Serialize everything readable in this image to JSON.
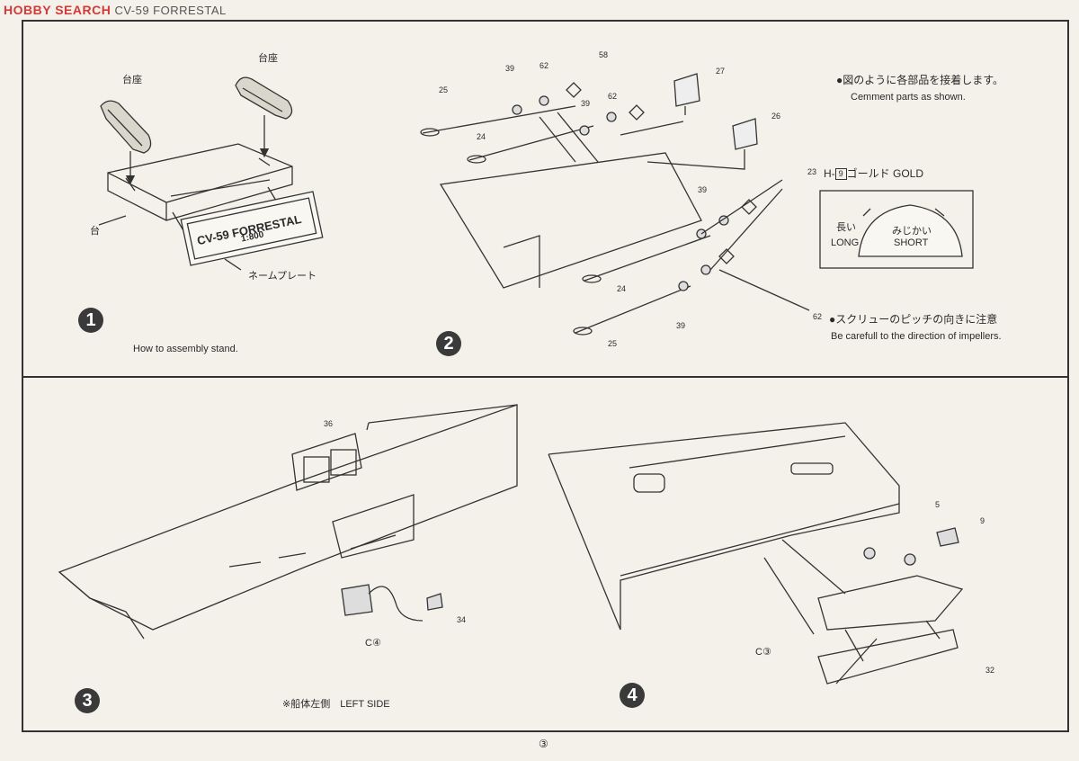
{
  "watermark": {
    "brand": "HOBBY SEARCH",
    "sub": "CV-59 FORRESTAL"
  },
  "step1": {
    "number": "1",
    "label_base_left": "台座",
    "label_base_right": "台座",
    "label_stand": "台",
    "label_nameplate": "ネームプレート",
    "plate_line1": "CV-59 FORRESTAL",
    "plate_line2": "1:800",
    "caption": "How to assembly stand."
  },
  "step2": {
    "number": "2",
    "parts": [
      "58",
      "39",
      "62",
      "25",
      "39",
      "62",
      "27",
      "24",
      "26",
      "23",
      "39",
      "24",
      "39",
      "25",
      "62"
    ],
    "note_jp": "●図のように各部品を接着します。",
    "note_en": "Cemment parts as shown.",
    "gold_note": "H-⑨ゴールド GOLD",
    "gold_prefix": "H-",
    "gold_num": "9",
    "gold_text": "ゴールド GOLD",
    "long_jp": "長い",
    "long_en": "LONG",
    "short_jp": "みじかい",
    "short_en": "SHORT",
    "pitch_jp": "●スクリューのピッチの向きに注意",
    "pitch_en": "Be carefull to the direction of impellers."
  },
  "step3": {
    "number": "3",
    "part_36": "36",
    "part_c4": "C④",
    "part_34": "34",
    "side_label": "※船体左側　LEFT SIDE"
  },
  "step4": {
    "number": "4",
    "part_5": "5",
    "part_9": "9",
    "part_c3": "C③",
    "part_32": "32"
  },
  "page_number": "③"
}
